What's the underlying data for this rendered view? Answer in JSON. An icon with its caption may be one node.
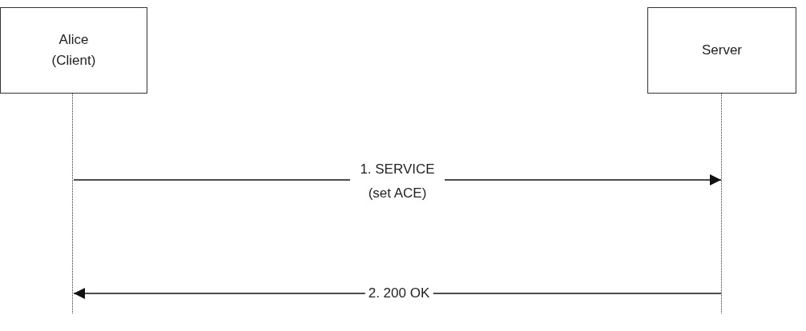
{
  "diagram": {
    "nodes": [
      {
        "text": [
          "Alice (Client)"
        ]
      },
      {
        "text": [
          "Server"
        ]
      },
      {
        "text": [],
        "shape": "line"
      },
      {
        "text": [],
        "shape": "line"
      }
    ],
    "edges": [
      {
        "from": 2,
        "to": 3,
        "arrow": "to",
        "label": "1. SERVICE (set ACE)"
      },
      {
        "from": 3,
        "to": 2,
        "arrow": "to",
        "label": "2. 200 OK"
      }
    ]
  }
}
